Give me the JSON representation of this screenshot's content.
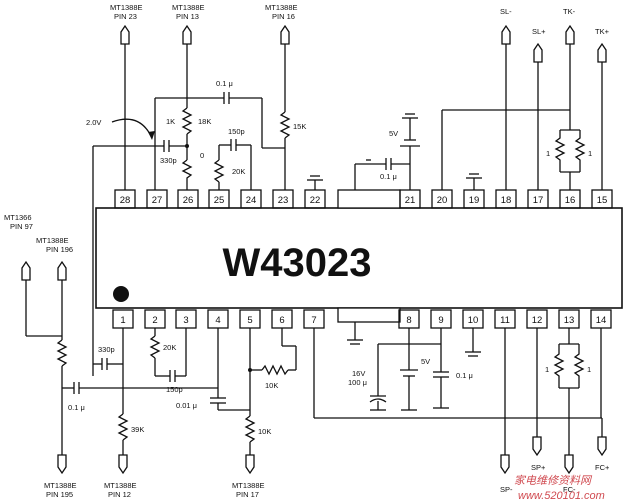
{
  "chip": {
    "name": "W43023"
  },
  "top_pins": [
    "28",
    "27",
    "26",
    "25",
    "24",
    "23",
    "22",
    "21",
    "20",
    "19",
    "18",
    "17",
    "16",
    "15"
  ],
  "bottom_pins": [
    "1",
    "2",
    "3",
    "4",
    "5",
    "6",
    "7",
    "8",
    "9",
    "10",
    "11",
    "12",
    "13",
    "14"
  ],
  "terminals": {
    "t_pin23": [
      "MT1388E",
      "PIN 23"
    ],
    "t_pin13": [
      "MT1388E",
      "PIN 13"
    ],
    "t_pin16": [
      "MT1388E",
      "PIN 16"
    ],
    "t_sl_minus": "SL-",
    "t_sl_plus": "SL+",
    "t_tk_minus": "TK-",
    "t_tk_plus": "TK+",
    "t_pin97": [
      "MT1366",
      "PIN 97"
    ],
    "t_pin196": [
      "MT1388E",
      "PIN 196"
    ],
    "t_pin195": [
      "MT1388E",
      "PIN 195"
    ],
    "t_pin12": [
      "MT1388E",
      "PIN 12"
    ],
    "t_pin17": [
      "MT1388E",
      "PIN 17"
    ],
    "t_sp_minus": "SP-",
    "t_sp_plus": "SP+",
    "t_fc_minus": "FC-",
    "t_fc_plus": "FC+"
  },
  "components": {
    "c_top_01": "0.1 μ",
    "v_2_0": "2.0V",
    "r_1k": "1K",
    "r_18k": "18K",
    "r_15k": "15K",
    "c_150p_top": "150p",
    "r_20k_top": "20K",
    "c_330p_top": "330p",
    "zero": "0",
    "v_5v_top": "5V",
    "c_01_pin21": "0.1 μ",
    "r_tk_left": "1",
    "r_tk_right": "1",
    "c_330p_bot": "330p",
    "r_20k_bot": "20K",
    "c_150p_bot": "150p",
    "r_10k_pin6": "10K",
    "c_001": "0.01 μ",
    "r_10k_pin17": "10K",
    "c_01_left": "0.1 μ",
    "r_39k": "39K",
    "cap_16v": "16V",
    "cap_100u": "100 μ",
    "v_5v_bot": "5V",
    "c_01_pin9": "0.1 μ",
    "r_fc_left": "1",
    "r_fc_right": "1"
  },
  "watermark": "家电维修资料网",
  "watermark_url": "www.520101.com"
}
